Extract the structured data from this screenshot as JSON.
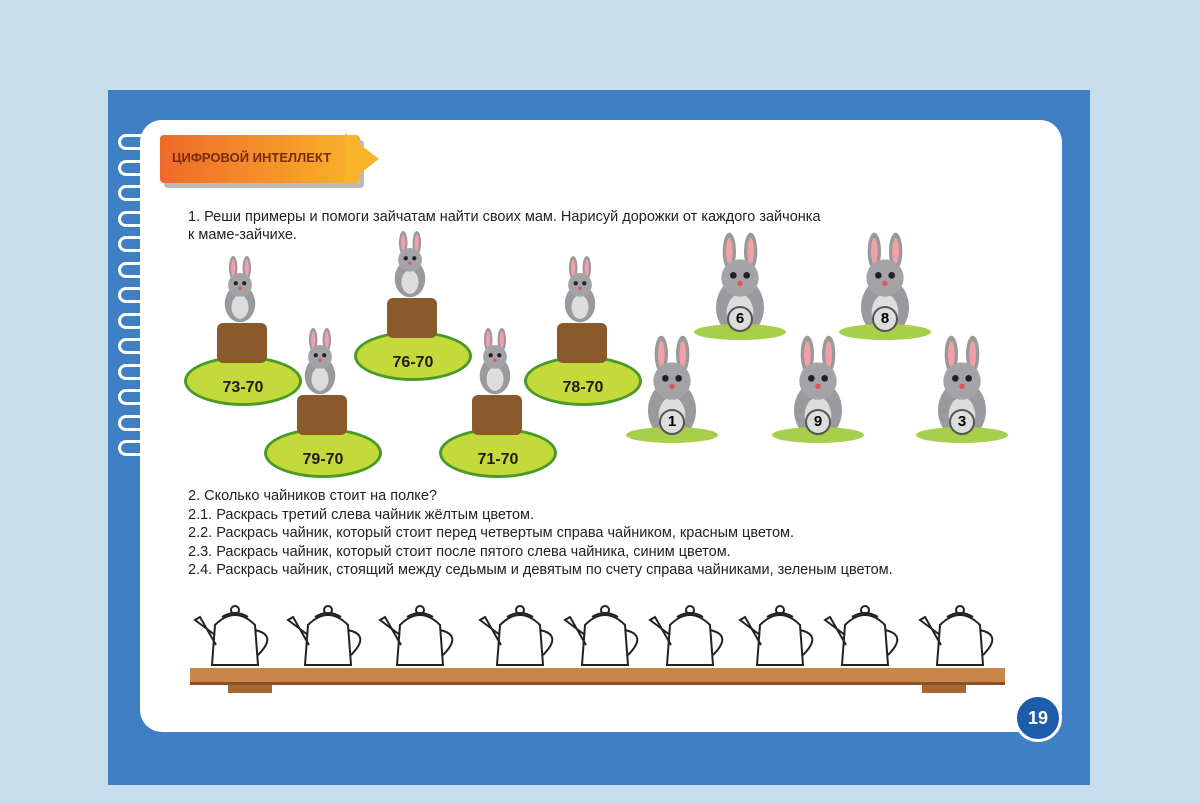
{
  "header": {
    "section_title": "ЦИФРОВОЙ ИНТЕЛЛЕКТ"
  },
  "task1": {
    "line1": "1. Реши примеры и помоги зайчатам найти своих мам. Нарисуй дорожки от каждого зайчонка",
    "line2": "к маме-зайчихе.",
    "examples": [
      "73-70",
      "79-70",
      "76-70",
      "71-70",
      "78-70"
    ],
    "mothers": [
      "6",
      "8",
      "1",
      "9",
      "3"
    ]
  },
  "task2": {
    "lines": [
      "2. Сколько чайников стоит на полке?",
      "2.1. Раскрась третий слева чайник жёлтым цветом.",
      "2.2. Раскрась чайник, который стоит перед четвертым справа чайником, красным цветом.",
      "2.3. Раскрась чайник, который стоит после пятого слева чайника, синим цветом.",
      "2.4. Раскрась чайник, стоящий между седьмым и девятым по счету справа чайниками, зеленым цветом."
    ]
  },
  "page_number": "19"
}
